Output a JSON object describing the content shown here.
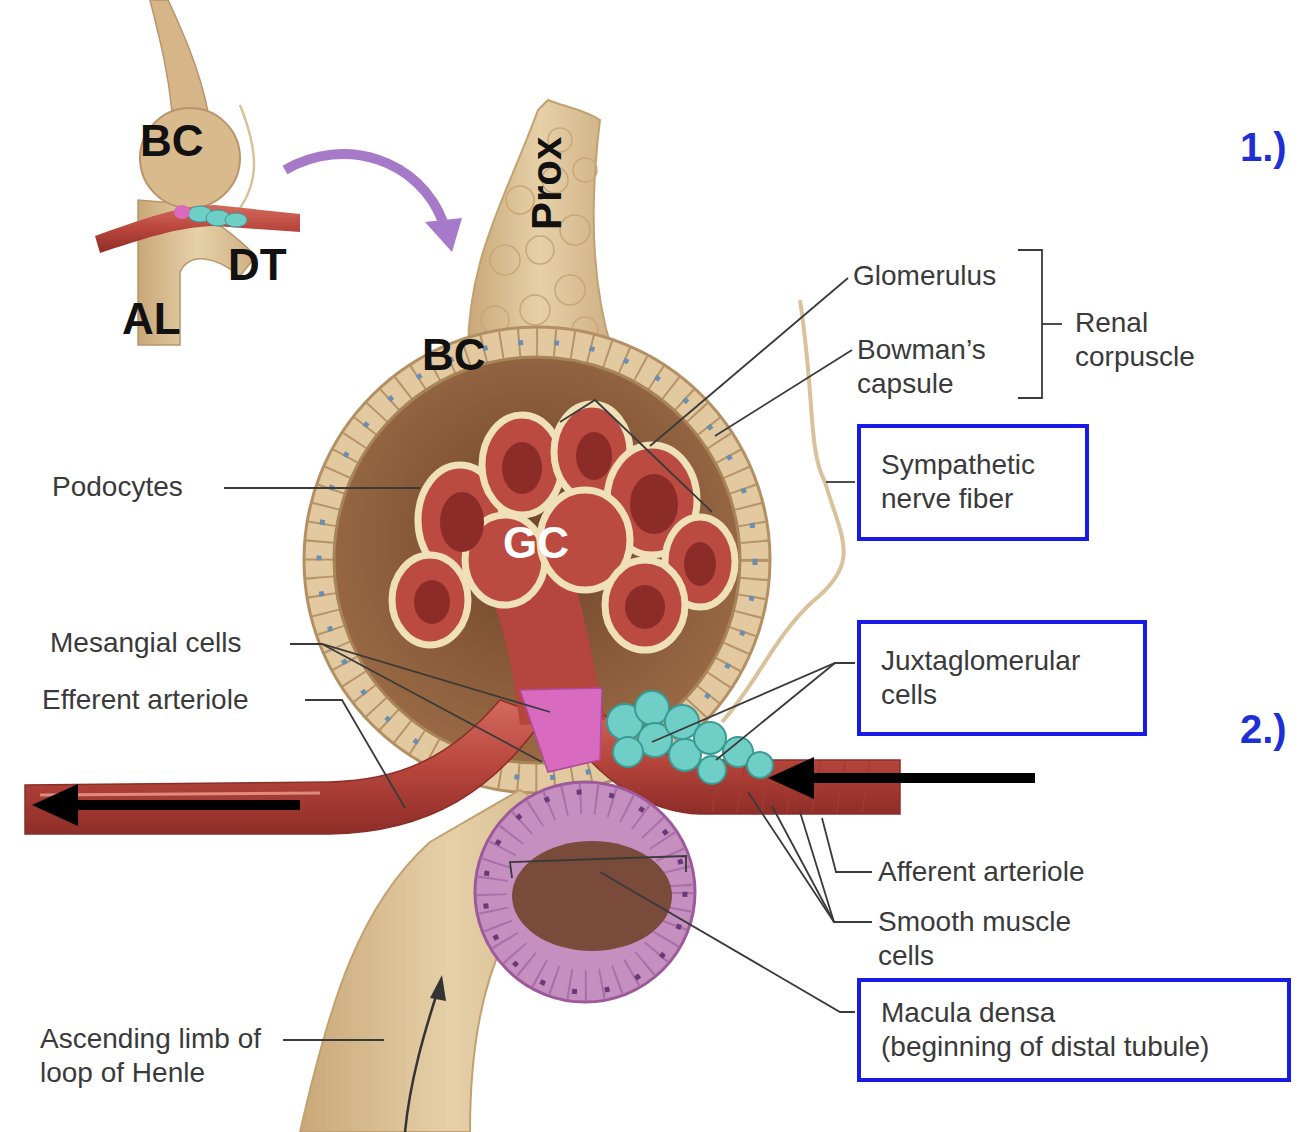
{
  "diagram": {
    "nodes": [
      {
        "text": [
          "Sympathetic nerve fiber"
        ]
      },
      {
        "text": [
          "Juxtaglomerular cells"
        ]
      },
      {
        "text": [
          "Macula densa",
          "(beginning of distal tubule)"
        ]
      }
    ],
    "labels": [
      "BC",
      "DT",
      "AL",
      "Prox",
      "1.)",
      "BC",
      "Glomerulus",
      "Bowman’s capsule",
      "Renal corpuscle",
      "Podocytes",
      "GC",
      "Mesangial cells",
      "Efferent arteriole",
      "2.)",
      "Afferent arteriole",
      "Smooth muscle cells",
      "Ascending limb of loop of Henle"
    ]
  }
}
